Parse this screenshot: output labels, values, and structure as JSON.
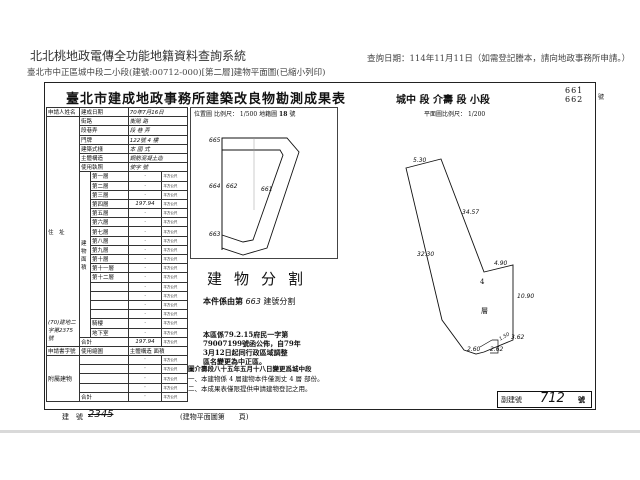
{
  "header": {
    "system_title": "北北桃地政電傳全功能地籍資料查詢系統",
    "subtitle": "臺北市中正區城中段二小段(建號:00712-000)[第二層]建物平面圖(已縮小列印)",
    "query_date": "查詢日期：114年11月11日（如需登記謄本，請向地政事務所申請。）"
  },
  "doc": {
    "title": "臺北市建成地政事務所建築改良物勘測成果表",
    "section": "城中 段 介壽 段 小段",
    "building_numbers": [
      "661",
      "662"
    ],
    "number_suffix": "號",
    "location_map": {
      "label": "位置圖",
      "scale_label": "比例尺：",
      "scale": "1/500",
      "sheet_label": "地籍圖",
      "sheet_no": "18",
      "sheet_suffix": "號",
      "lots": [
        "665",
        "664",
        "662",
        "661",
        "663"
      ]
    },
    "plan": {
      "scale_label": "平面圖比例尺：",
      "scale": "1/200",
      "dims": [
        "5.30",
        "34.57",
        "32.30",
        "4.90",
        "10.90",
        "2.60",
        "2.62",
        "1.50",
        "3.62"
      ],
      "floor_label": "4",
      "floor_suffix": "層"
    },
    "table": {
      "applicant": "申請人姓名",
      "address": "住　址",
      "app_no_label": "申請書字號",
      "app_no": "(70)建地二字第2375號",
      "unit": "平方公尺",
      "rows": [
        [
          "建成日期",
          "70年7月16日"
        ],
        [
          "街路",
          "衡陽 路"
        ],
        [
          "段巷弄",
          "段 巷 弄"
        ],
        [
          "門牌",
          "122號 4 樓"
        ],
        [
          "建築式樣",
          "本 國 式"
        ],
        [
          "主體構造",
          "鋼筋混凝土造"
        ],
        [
          "使用執照",
          "使字 號"
        ]
      ],
      "floors": [
        [
          "第一層",
          "·"
        ],
        [
          "第二層",
          "·"
        ],
        [
          "第三層",
          "·"
        ],
        [
          "第四層",
          "197.94"
        ],
        [
          "第五層",
          "·"
        ],
        [
          "第六層",
          "·"
        ],
        [
          "第七層",
          "·"
        ],
        [
          "第八層",
          "·"
        ],
        [
          "第九層",
          "·"
        ],
        [
          "第十層",
          "·"
        ],
        [
          "第十一層",
          "·"
        ],
        [
          "第十二層",
          "·"
        ],
        [
          "",
          "·"
        ],
        [
          "",
          "·"
        ],
        [
          "",
          "·"
        ],
        [
          "",
          "·"
        ],
        [
          "騎樓",
          "·"
        ],
        [
          "地下室",
          "·"
        ]
      ],
      "group_label": "建物面積",
      "total_label": "合計",
      "total": "197.94",
      "annex_label": "附屬建物",
      "annex_headers": [
        "使用縮圖",
        "主體構造",
        "面積"
      ],
      "annex_rows": [
        "·",
        "·",
        "·",
        "·"
      ],
      "annex_total": "·"
    },
    "division": {
      "title": "建物分割",
      "sub_prefix": "本件係由第",
      "sub_no": "663",
      "sub_suffix": "建號分割"
    },
    "note": [
      "本區係79.2.15府民一字第",
      "79007199號函公佈，自79年",
      "3月12日起同行政區域調整",
      "區名變更為中正區。"
    ],
    "remark_title": "圖介壽段八十五年五月十八日變更爲城中段",
    "remarks": [
      "一、本建物係 4 層建物本件僅測丈 4 層 部份。",
      "二、本成果表僅限提供申請建物登記之用。"
    ],
    "stamp": {
      "label": "副建號",
      "value": "712",
      "suffix": "號"
    },
    "footer": {
      "bno_label": "建　號",
      "bno": "2345",
      "page_label": "(建物平面圖第　　頁)"
    }
  }
}
